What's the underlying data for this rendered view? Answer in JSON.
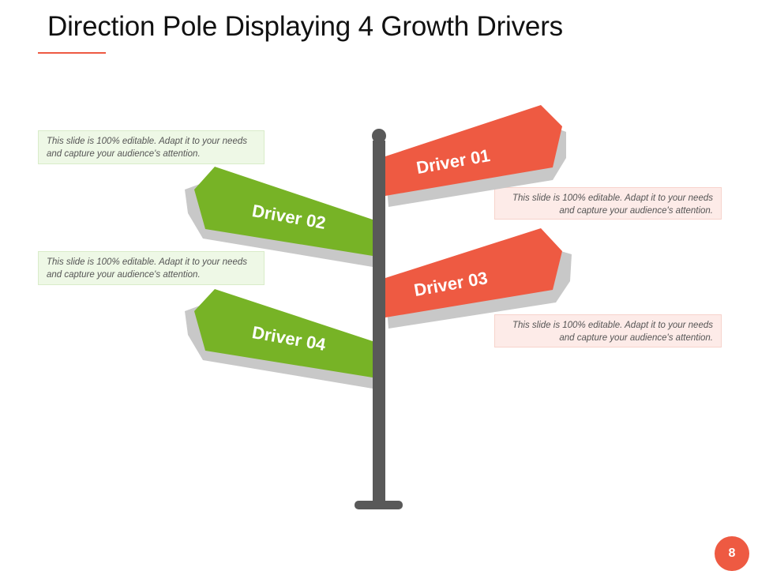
{
  "slide": {
    "title": "Direction Pole Displaying 4 Growth Drivers",
    "page_number": "8"
  },
  "colors": {
    "red": "#ee5a42",
    "green": "#77b326",
    "pole": "#595959",
    "shadow": "#c8c8c8",
    "green_note_bg": "#eef8e6",
    "red_note_bg": "#fdebe8"
  },
  "signs": [
    {
      "label": "Driver 01",
      "color": "red",
      "direction": "right"
    },
    {
      "label": "Driver 02",
      "color": "green",
      "direction": "left"
    },
    {
      "label": "Driver 03",
      "color": "red",
      "direction": "right"
    },
    {
      "label": "Driver 04",
      "color": "green",
      "direction": "left"
    }
  ],
  "notes": [
    {
      "text": "This slide is 100% editable. Adapt it to your needs and capture your audience's attention.",
      "color": "green"
    },
    {
      "text": "This slide is 100% editable. Adapt it to your needs and capture your audience's attention.",
      "color": "red"
    },
    {
      "text": "This slide is 100% editable. Adapt it to your needs and capture your audience's attention.",
      "color": "green"
    },
    {
      "text": "This slide is 100% editable. Adapt it to your needs and capture your audience's attention.",
      "color": "red"
    }
  ]
}
